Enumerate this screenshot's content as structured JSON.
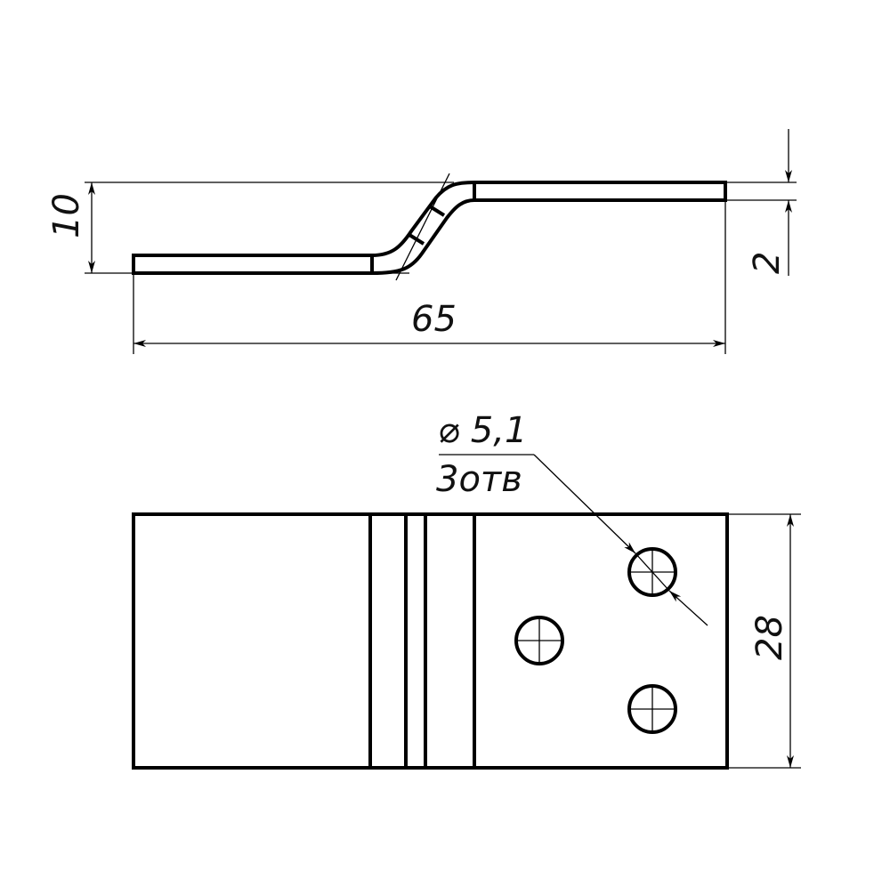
{
  "dimensions": {
    "height": "10",
    "thickness": "2",
    "length": "65",
    "hole_diameter": "⌀ 5,1",
    "hole_count": "3отв",
    "width": "28"
  },
  "colors": {
    "line": "#000000",
    "background": "#ffffff"
  }
}
